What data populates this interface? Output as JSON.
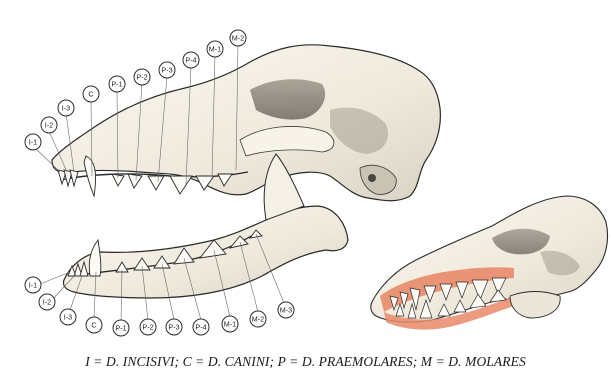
{
  "upper_labels": [
    "I-1",
    "I-2",
    "I-3",
    "C",
    "P-1",
    "P-2",
    "P-3",
    "P-4",
    "M-1",
    "M-2"
  ],
  "lower_labels": [
    "I-1",
    "I-2",
    "I-3",
    "C",
    "P-1",
    "P-2",
    "P-3",
    "P-4",
    "M-1",
    "M-2",
    "M-3"
  ],
  "caption": "I = D. INCISIVI; C = D. CANINI; P = D. PRAEMOLARES; M = D. MOLARES",
  "colors": {
    "bone": "#f1ece0",
    "bone_shadow": "#8f8b80",
    "tooth": "#fbfaf5",
    "gum": "#e9896a",
    "outline": "#222222"
  }
}
